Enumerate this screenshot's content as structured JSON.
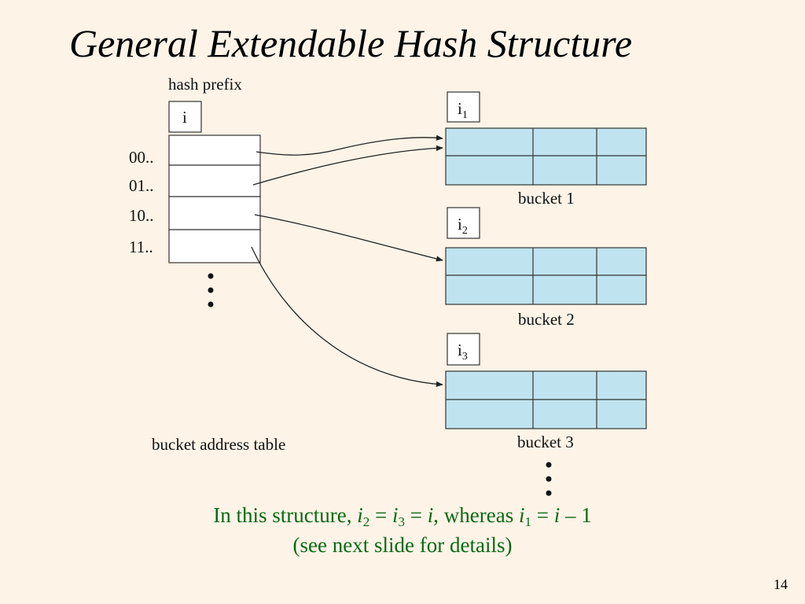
{
  "title": "General Extendable Hash Structure",
  "diagram": {
    "hash_prefix_label": "hash prefix",
    "global_depth_symbol": "i",
    "table_rows": [
      "00..",
      "01..",
      "10..",
      "11.."
    ],
    "table_label": "bucket address table",
    "buckets": [
      {
        "label": "bucket 1",
        "depth_base": "i",
        "depth_sub": "1"
      },
      {
        "label": "bucket 2",
        "depth_base": "i",
        "depth_sub": "2"
      },
      {
        "label": "bucket 3",
        "depth_base": "i",
        "depth_sub": "3"
      }
    ]
  },
  "caption": {
    "line1_prefix": "In this structure, ",
    "i": "i",
    "sub2": "2",
    "sub3": "3",
    "sub1": "1",
    "eq": " = ",
    "comma_whereas": ", whereas ",
    "minus_one": " – 1",
    "line2": "(see next slide for details)"
  },
  "page_number": "14",
  "colors": {
    "background": "#fdf3e7",
    "bucket_fill": "#bfe4ef",
    "caption": "#0a6a14"
  }
}
